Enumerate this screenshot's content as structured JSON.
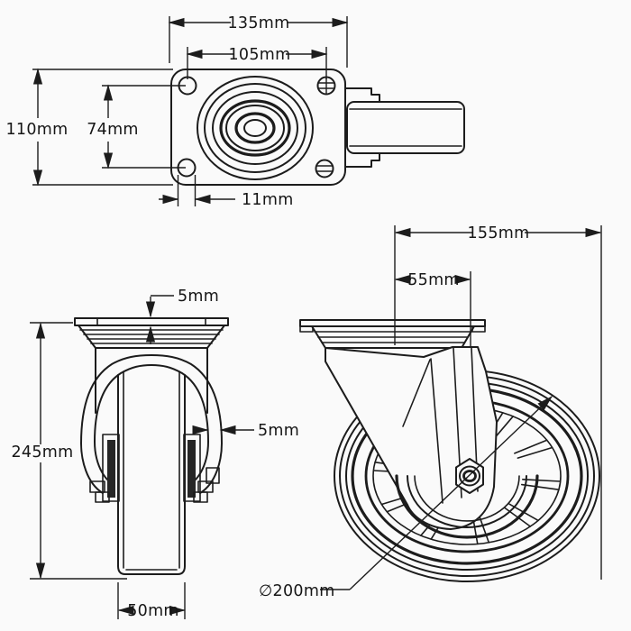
{
  "drawing": {
    "subject": "swivel caster wheel technical dimension drawing",
    "background_color": "#fafafa",
    "line_color": "#1c1c1c"
  },
  "dims": {
    "plate_length": "135mm",
    "bolt_spacing_x": "105mm",
    "plate_width": "110mm",
    "bolt_spacing_y": "74mm",
    "bolt_hole": "11mm",
    "plate_thickness": "5mm",
    "overall_height": "245mm",
    "leg_thickness": "5mm",
    "wheel_width": "50mm",
    "overall_length": "155mm",
    "swivel_offset": "55mm",
    "wheel_diameter": "∅200mm"
  }
}
